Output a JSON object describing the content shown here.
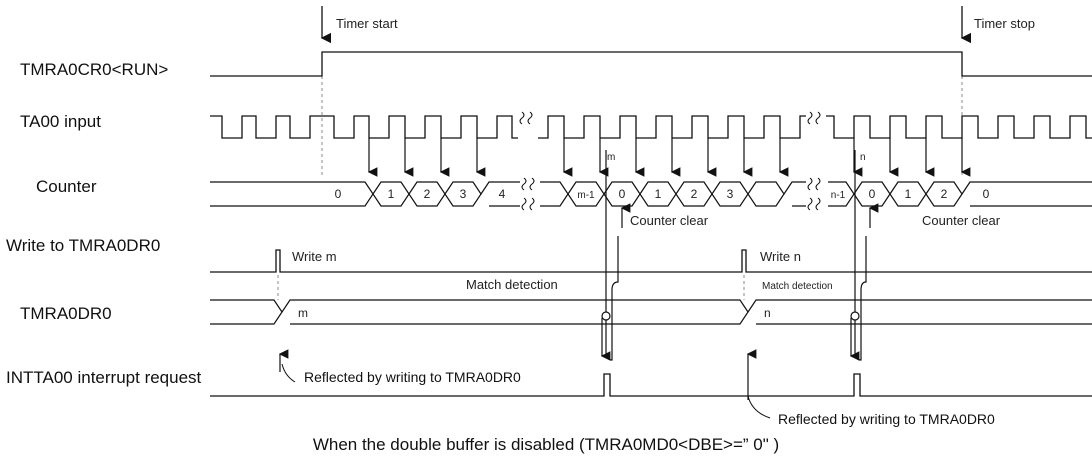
{
  "signals": {
    "run": "TMRA0CR0<RUN>",
    "input": "TA00 input",
    "counter": "Counter",
    "write": "Write to TMRA0DR0",
    "dr": "TMRA0DR0",
    "intta": "INTTA00 interrupt request"
  },
  "annotations": {
    "timer_start": "Timer start",
    "timer_stop": "Timer stop",
    "counter_clear": "Counter clear",
    "write_m": "Write m",
    "write_n": "Write n",
    "match_detection_1": "Match detection",
    "match_detection_2": "Match detection",
    "reflected": "Reflected by writing to TMRA0DR0",
    "m_label": "m",
    "n_label": "n"
  },
  "counter_values": [
    "0",
    "1",
    "2",
    "3",
    "4",
    "m-1",
    "0",
    "1",
    "2",
    "3",
    "n-1",
    "0",
    "1",
    "2",
    "0"
  ],
  "register_values": [
    "m",
    "n"
  ],
  "caption": "When the double buffer is disabled (TMRA0MD0<DBE>=” 0\" )"
}
